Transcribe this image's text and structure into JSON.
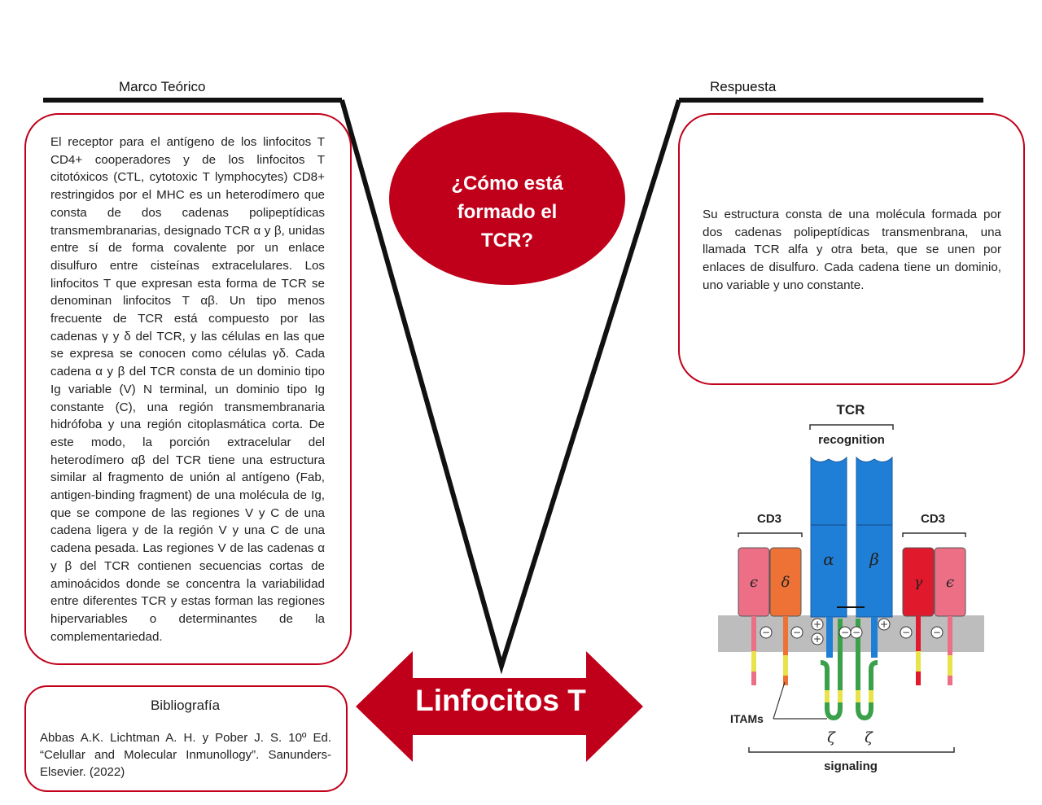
{
  "headers": {
    "left": "Marco Teórico",
    "right": "Respuesta"
  },
  "question": {
    "line1": "¿Cómo está",
    "line2": "formado el",
    "line3": "TCR?"
  },
  "theory": {
    "text": "El receptor para el antígeno de los linfocitos T CD4+ cooperadores y de los linfocitos T citotóxicos (CTL, cytotoxic T lymphocytes) CD8+ restringidos por el MHC es un heterodímero que consta de dos cadenas polipeptídicas transmembranarias, designado TCR α y β, unidas entre sí de forma covalente por un enlace disulfuro entre cisteínas extracelulares. Los linfocitos T que expresan esta forma de TCR se denominan linfocitos T αβ. Un tipo menos frecuente de TCR está compuesto por las cadenas γ y δ del TCR, y las células en las que se expresa se conocen como células γδ. Cada cadena α y β del TCR consta de un dominio tipo Ig variable (V) N terminal, un dominio tipo Ig constante (C), una región transmembranaria hidrófoba y una región citoplasmática corta. De este modo, la porción extracelular del heterodímero αβ del TCR tiene una estructura similar al fragmento de unión al antígeno (Fab, antigen-binding fragment) de una molécula de Ig, que se compone de las regiones V y C de una cadena ligera y de la región V y una C de una cadena pesada. Las regiones V de las cadenas α y β del TCR contienen secuencias cortas de aminoácidos donde se concentra la variabilidad entre diferentes TCR y estas forman las regiones hipervariables o determinantes de la complementariedad."
  },
  "answer": {
    "text": "Su estructura consta de una molécula formada por dos cadenas polipeptídicas transmenbrana, una llamada TCR alfa y otra beta, que se unen por enlaces de disulfuro. Cada cadena tiene un dominio, uno variable y uno constante."
  },
  "bibliography": {
    "title": "Bibliografía",
    "text": "Abbas A.K. Lichtman A. H. y Pober J. S. 10º Ed. “Celullar and Molecular Inmunollogy”. Sanunders-Elsevier. (2022)"
  },
  "main_label": "Linfocitos T",
  "diagram": {
    "tcr": "TCR",
    "recognition": "recognition",
    "cd3_left": "CD3",
    "cd3_right": "CD3",
    "itams": "ITAMs",
    "signaling": "signaling",
    "alpha": "α",
    "beta": "β",
    "epsilon_left": "ϵ",
    "delta": "δ",
    "gamma": "γ",
    "epsilon_right": "ϵ",
    "zeta_left": "ζ",
    "zeta_right": "ζ"
  },
  "colors": {
    "accent_red": "#c0001a",
    "tcr_blue": "#1f7fd6",
    "epsilon_pink": "#ec6f86",
    "delta_orange": "#ee7236",
    "gamma_red": "#e0192c",
    "zeta_green": "#3aa04a",
    "membrane_gray": "#bdbdbd"
  }
}
